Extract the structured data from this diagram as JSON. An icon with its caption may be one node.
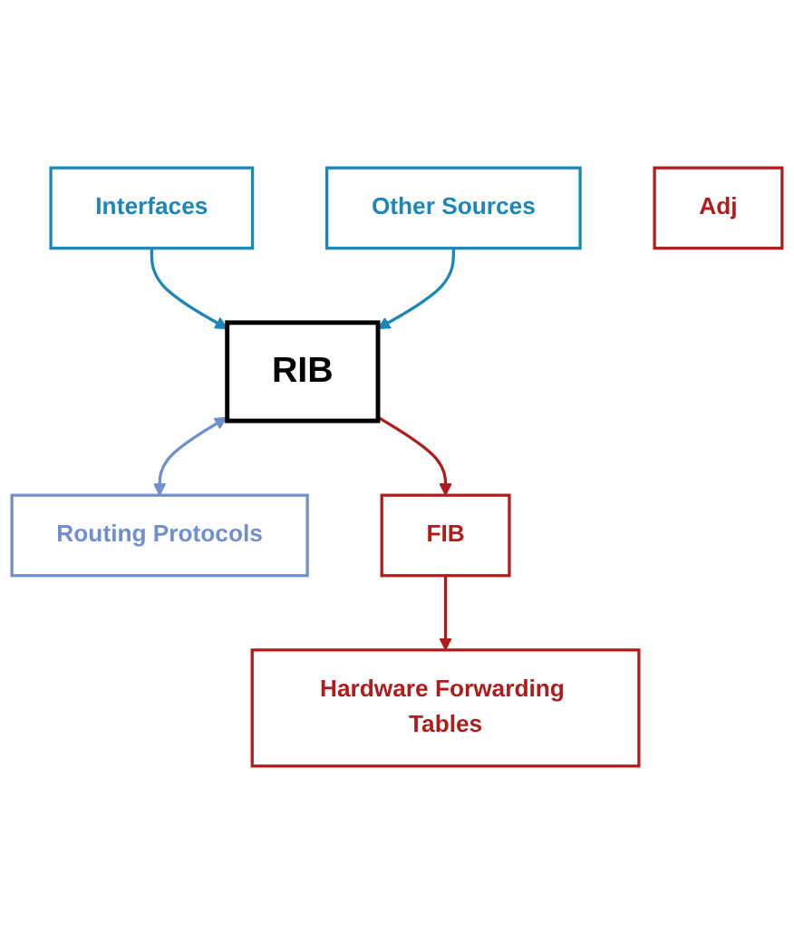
{
  "diagram": {
    "nodes": [
      {
        "text": [
          "Routing Protocols"
        ]
      },
      {
        "text": [
          "Interfaces"
        ]
      },
      {
        "text": [
          "Other Sources"
        ]
      },
      {
        "text": [
          "RIB"
        ]
      },
      {
        "text": [
          "FIB"
        ]
      },
      {
        "text": [
          "Adj"
        ]
      },
      {
        "text": [
          "Hardware Forwarding Tables"
        ]
      }
    ],
    "edges": [
      {
        "from": 3,
        "to": 0,
        "arrow": "both",
        "color": "#6f8fcf"
      },
      {
        "from": 1,
        "to": 3,
        "arrow": "to",
        "color": "#1b86b8"
      },
      {
        "from": 2,
        "to": 3,
        "arrow": "to",
        "color": "#1b86b8"
      },
      {
        "from": 3,
        "to": 4,
        "arrow": "to",
        "color": "#b01c1c"
      },
      {
        "from": 4,
        "to": 6,
        "arrow": "to",
        "color": "#b01c1c"
      }
    ]
  }
}
